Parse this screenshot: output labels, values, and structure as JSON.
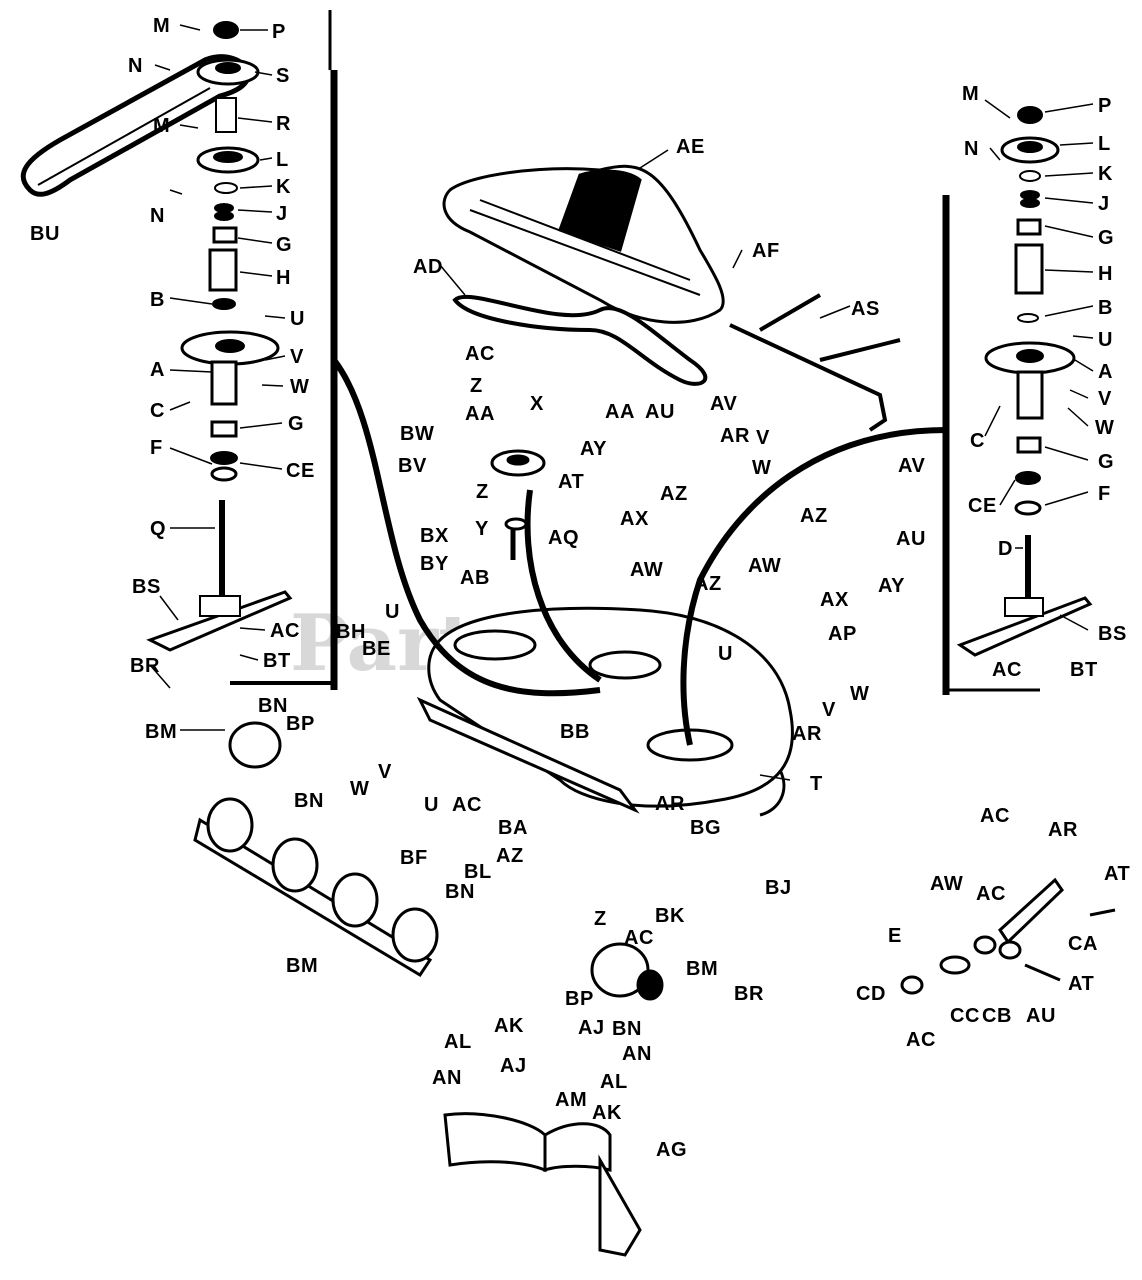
{
  "watermark": "PartsTree",
  "labels": {
    "M": "M",
    "P": "P",
    "N": "N",
    "S": "S",
    "R": "R",
    "L": "L",
    "K": "K",
    "J": "J",
    "G": "G",
    "H": "H",
    "B": "B",
    "U": "U",
    "A": "A",
    "V": "V",
    "W": "W",
    "C": "C",
    "F": "F",
    "CE": "CE",
    "Q": "Q",
    "D": "D",
    "E": "E",
    "T": "T",
    "X": "X",
    "Y": "Y",
    "Z": "Z",
    "AA": "AA",
    "AB": "AB",
    "AC": "AC",
    "AD": "AD",
    "AE": "AE",
    "AF": "AF",
    "AG": "AG",
    "AJ": "AJ",
    "AK": "AK",
    "AL": "AL",
    "AM": "AM",
    "AN": "AN",
    "AP": "AP",
    "AQ": "AQ",
    "AR": "AR",
    "AS": "AS",
    "AT": "AT",
    "AU": "AU",
    "AV": "AV",
    "AW": "AW",
    "AX": "AX",
    "AY": "AY",
    "AZ": "AZ",
    "BA": "BA",
    "BB": "BB",
    "BE": "BE",
    "BF": "BF",
    "BG": "BG",
    "BH": "BH",
    "BJ": "BJ",
    "BK": "BK",
    "BL": "BL",
    "BM": "BM",
    "BN": "BN",
    "BP": "BP",
    "BR": "BR",
    "BS": "BS",
    "BT": "BT",
    "BU": "BU",
    "BV": "BV",
    "BW": "BW",
    "BX": "BX",
    "BY": "BY",
    "CA": "CA",
    "CB": "CB",
    "CC": "CC",
    "CD": "CD"
  }
}
